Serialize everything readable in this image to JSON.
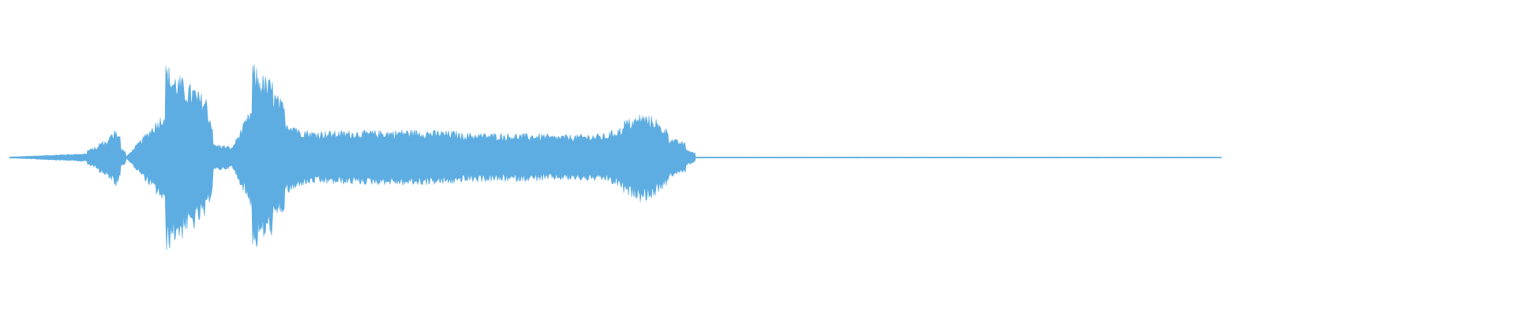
{
  "waveform": {
    "color": "#5dade2",
    "background": "#ffffff",
    "duration_fraction_with_signal": 0.81,
    "segments": [
      {
        "start": 0.0,
        "end": 0.052,
        "amp": 0.003
      },
      {
        "start": 0.052,
        "end": 0.06,
        "amp": 0.045
      },
      {
        "start": 0.06,
        "end": 0.066,
        "amp": 0.09
      },
      {
        "start": 0.066,
        "end": 0.07,
        "amp": 0.12
      },
      {
        "start": 0.07,
        "end": 0.074,
        "amp": 0.19
      },
      {
        "start": 0.074,
        "end": 0.078,
        "amp": 0.06
      },
      {
        "start": 0.078,
        "end": 0.104,
        "amp": 0.004
      },
      {
        "start": 0.104,
        "end": 0.108,
        "amp": 0.55
      },
      {
        "start": 0.108,
        "end": 0.116,
        "amp": 0.5
      },
      {
        "start": 0.116,
        "end": 0.124,
        "amp": 0.44
      },
      {
        "start": 0.124,
        "end": 0.132,
        "amp": 0.4
      },
      {
        "start": 0.132,
        "end": 0.136,
        "amp": 0.3
      },
      {
        "start": 0.136,
        "end": 0.148,
        "amp": 0.08
      },
      {
        "start": 0.148,
        "end": 0.162,
        "amp": 0.05
      },
      {
        "start": 0.162,
        "end": 0.166,
        "amp": 0.55
      },
      {
        "start": 0.166,
        "end": 0.176,
        "amp": 0.5
      },
      {
        "start": 0.176,
        "end": 0.184,
        "amp": 0.4
      },
      {
        "start": 0.184,
        "end": 0.192,
        "amp": 0.22
      },
      {
        "start": 0.192,
        "end": 0.2,
        "amp": 0.17
      },
      {
        "start": 0.2,
        "end": 0.26,
        "amp": 0.155
      },
      {
        "start": 0.26,
        "end": 0.3,
        "amp": 0.165
      },
      {
        "start": 0.3,
        "end": 0.36,
        "amp": 0.145
      },
      {
        "start": 0.36,
        "end": 0.4,
        "amp": 0.13
      },
      {
        "start": 0.4,
        "end": 0.41,
        "amp": 0.15
      },
      {
        "start": 0.41,
        "end": 0.42,
        "amp": 0.22
      },
      {
        "start": 0.42,
        "end": 0.432,
        "amp": 0.26
      },
      {
        "start": 0.432,
        "end": 0.44,
        "amp": 0.21
      },
      {
        "start": 0.44,
        "end": 0.452,
        "amp": 0.12
      },
      {
        "start": 0.452,
        "end": 0.458,
        "amp": 0.05
      },
      {
        "start": 0.458,
        "end": 0.81,
        "amp": 0.003
      }
    ]
  }
}
